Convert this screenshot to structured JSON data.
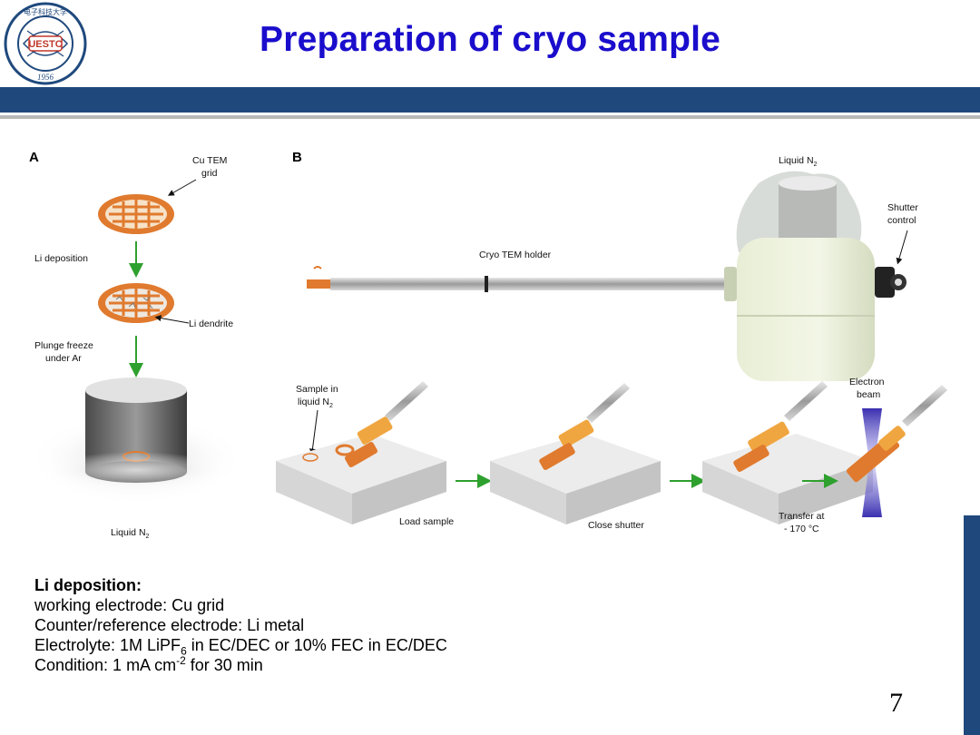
{
  "header": {
    "title": "Preparation of cryo sample",
    "logo": {
      "top_text": "电子科技大学",
      "center": "UESTC",
      "year": "1956"
    }
  },
  "figure": {
    "panel_a": {
      "letter": "A",
      "grid_label_1": "Cu TEM",
      "grid_label_2": "grid",
      "li_deposition": "Li deposition",
      "li_dendrite": "Li dendrite",
      "plunge_1": "Plunge freeze",
      "plunge_2": "under Ar",
      "liquid": "Liquid N",
      "liquid_sub": "2"
    },
    "panel_b": {
      "letter": "B",
      "liquid": "Liquid N",
      "liquid_sub": "2",
      "shutter_1": "Shutter",
      "shutter_2": "control",
      "holder": "Cryo TEM holder",
      "sample_1": "Sample in",
      "sample_2": "liquid N",
      "sample_sub": "2",
      "electron_1": "Electron",
      "electron_2": "beam",
      "load": "Load sample",
      "close": "Close shutter",
      "transfer_1": "Transfer at",
      "transfer_2": "- 170 °C"
    }
  },
  "body": {
    "heading": "Li deposition:",
    "line1": "working electrode: Cu grid",
    "line2": "Counter/reference electrode: Li metal",
    "line3_a": "Electrolyte: 1M LiPF",
    "line3_sub": "6",
    "line3_b": " in EC/DEC or 10% FEC in EC/DEC",
    "line4_a": "Condition: 1 mA cm",
    "line4_sup": "-2",
    "line4_b": " for 30 min"
  },
  "page_number": "7",
  "colors": {
    "title": "#1a0dcc",
    "band": "#1f497d",
    "copper": "#e07a2e",
    "arrow": "#2ea02e"
  }
}
